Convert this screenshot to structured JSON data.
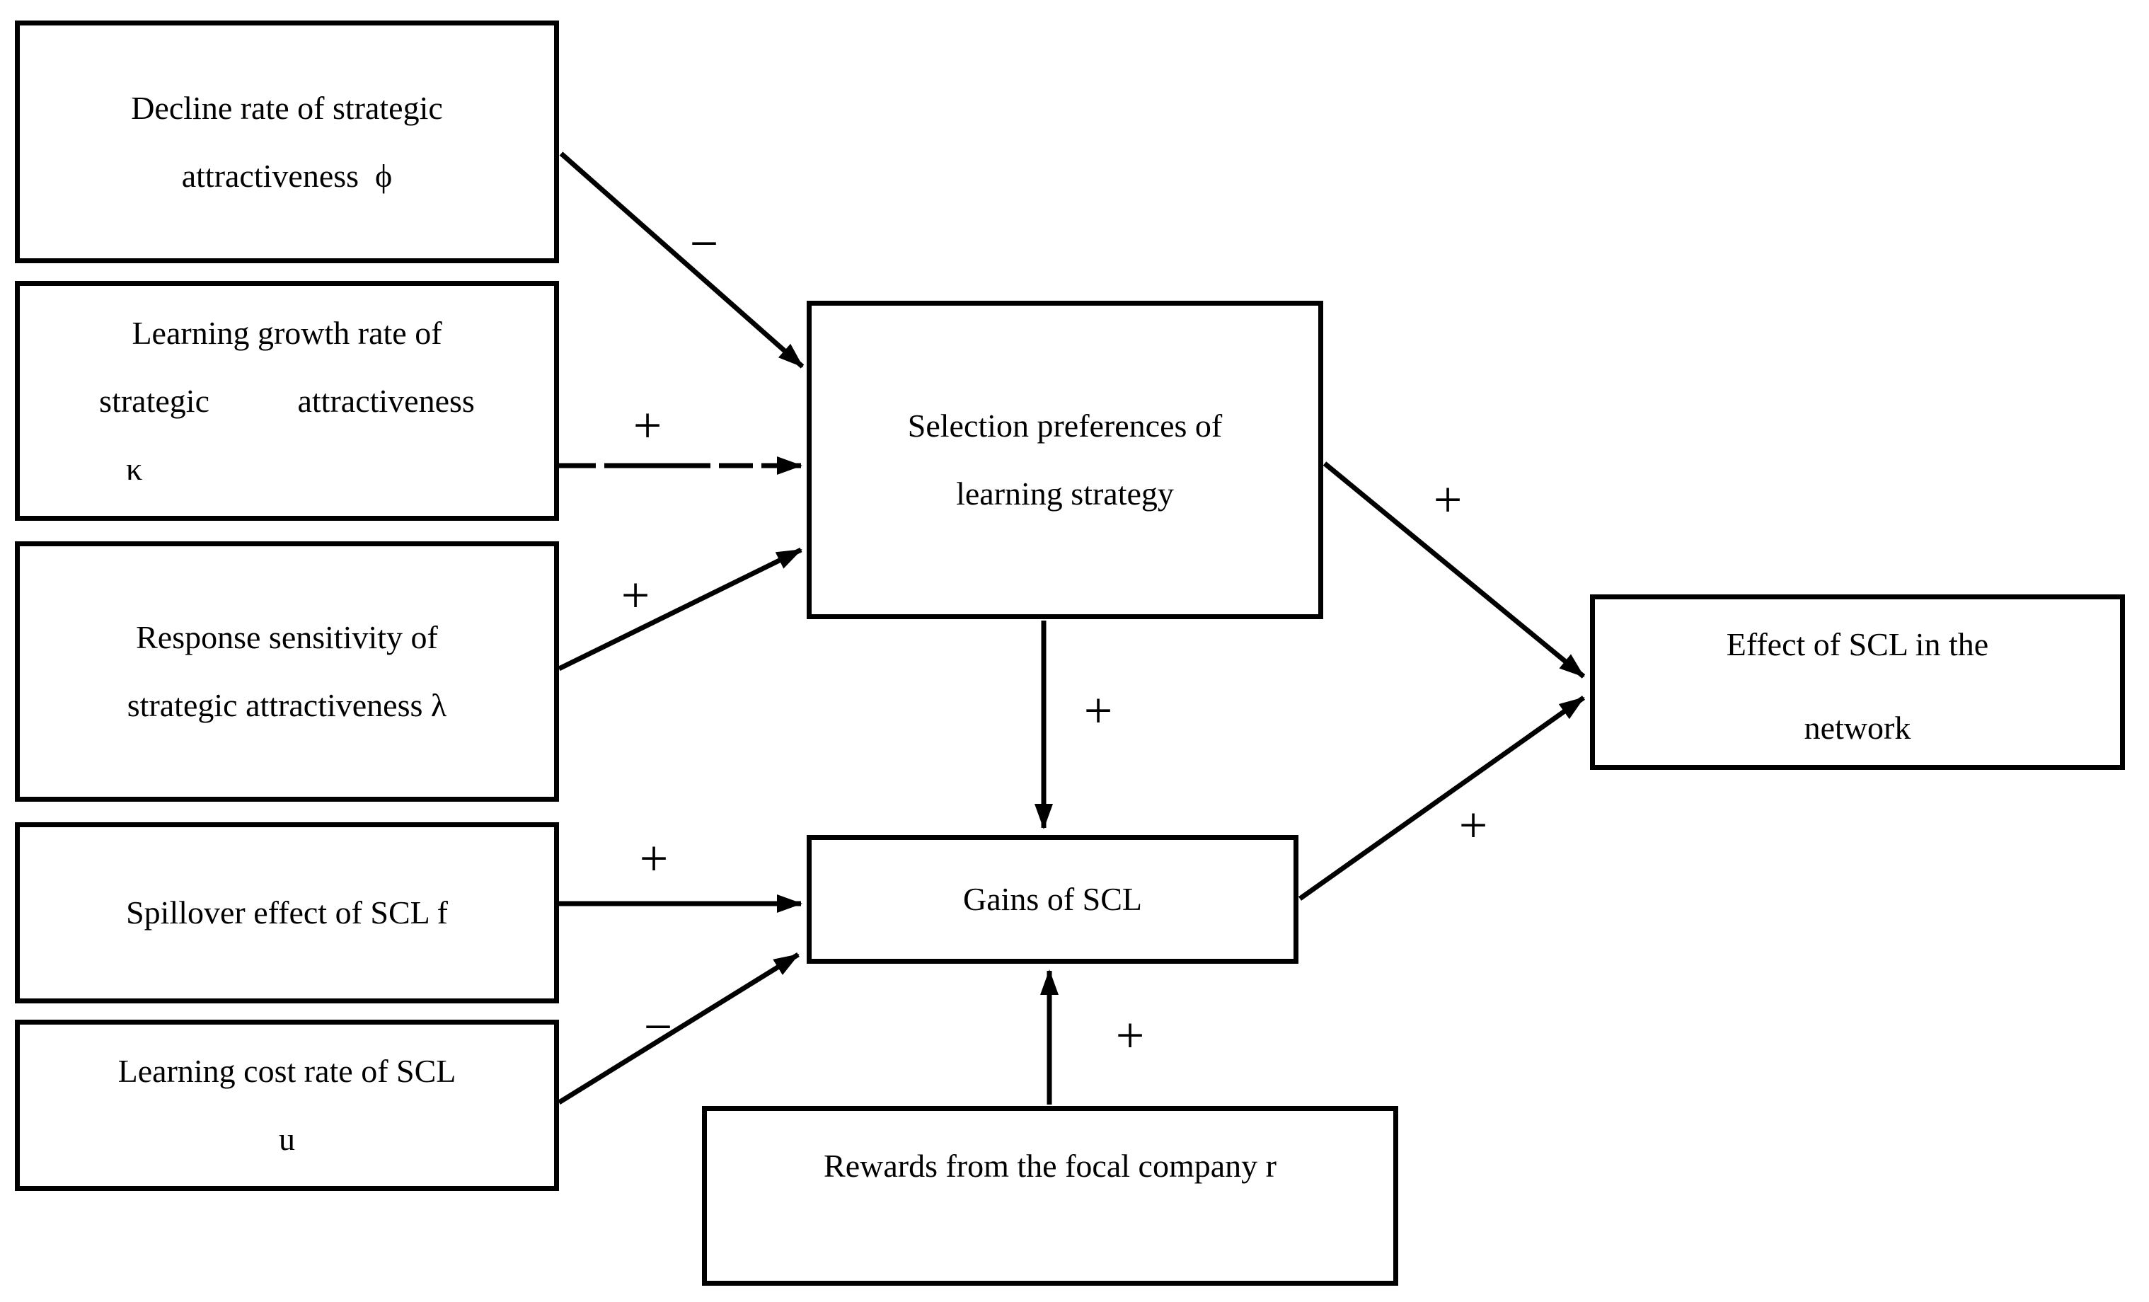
{
  "diagram": {
    "background_color": "#ffffff",
    "line_color": "#000000",
    "boxes": {
      "decline": {
        "lines": [
          "Decline rate of strategic",
          "attractiveness  ϕ"
        ]
      },
      "growth": {
        "lines": [
          "Learning growth rate of",
          "strategic   attractiveness",
          "κ"
        ]
      },
      "response": {
        "lines": [
          "Response sensitivity of",
          "strategic attractiveness λ"
        ]
      },
      "spillover": {
        "lines": [
          "Spillover effect of SCL f"
        ]
      },
      "cost": {
        "lines": [
          "Learning cost rate of SCL",
          "u"
        ]
      },
      "rewards": {
        "lines": [
          "Rewards from the focal company r"
        ]
      },
      "selection": {
        "lines": [
          "Selection preferences of",
          "learning strategy"
        ]
      },
      "gains": {
        "lines": [
          "Gains of SCL"
        ]
      },
      "effect": {
        "lines": [
          "Effect of SCL in the",
          "network"
        ]
      }
    },
    "arrows": {
      "decline_to_selection": {
        "from": "decline",
        "to": "selection",
        "sign": "−",
        "style": "solid"
      },
      "growth_to_selection": {
        "from": "growth",
        "to": "selection",
        "sign": "+",
        "style": "dashed"
      },
      "response_to_selection": {
        "from": "response",
        "to": "selection",
        "sign": "+",
        "style": "solid"
      },
      "spillover_to_gains": {
        "from": "spillover",
        "to": "gains",
        "sign": "+",
        "style": "solid"
      },
      "cost_to_gains": {
        "from": "cost",
        "to": "gains",
        "sign": "−",
        "style": "solid"
      },
      "rewards_to_gains": {
        "from": "rewards",
        "to": "gains",
        "sign": "+",
        "style": "solid"
      },
      "selection_to_gains": {
        "from": "selection",
        "to": "gains",
        "sign": "+",
        "style": "solid"
      },
      "selection_to_effect": {
        "from": "selection",
        "to": "effect",
        "sign": "+",
        "style": "solid"
      },
      "gains_to_effect": {
        "from": "gains",
        "to": "effect",
        "sign": "+",
        "style": "solid"
      }
    }
  }
}
